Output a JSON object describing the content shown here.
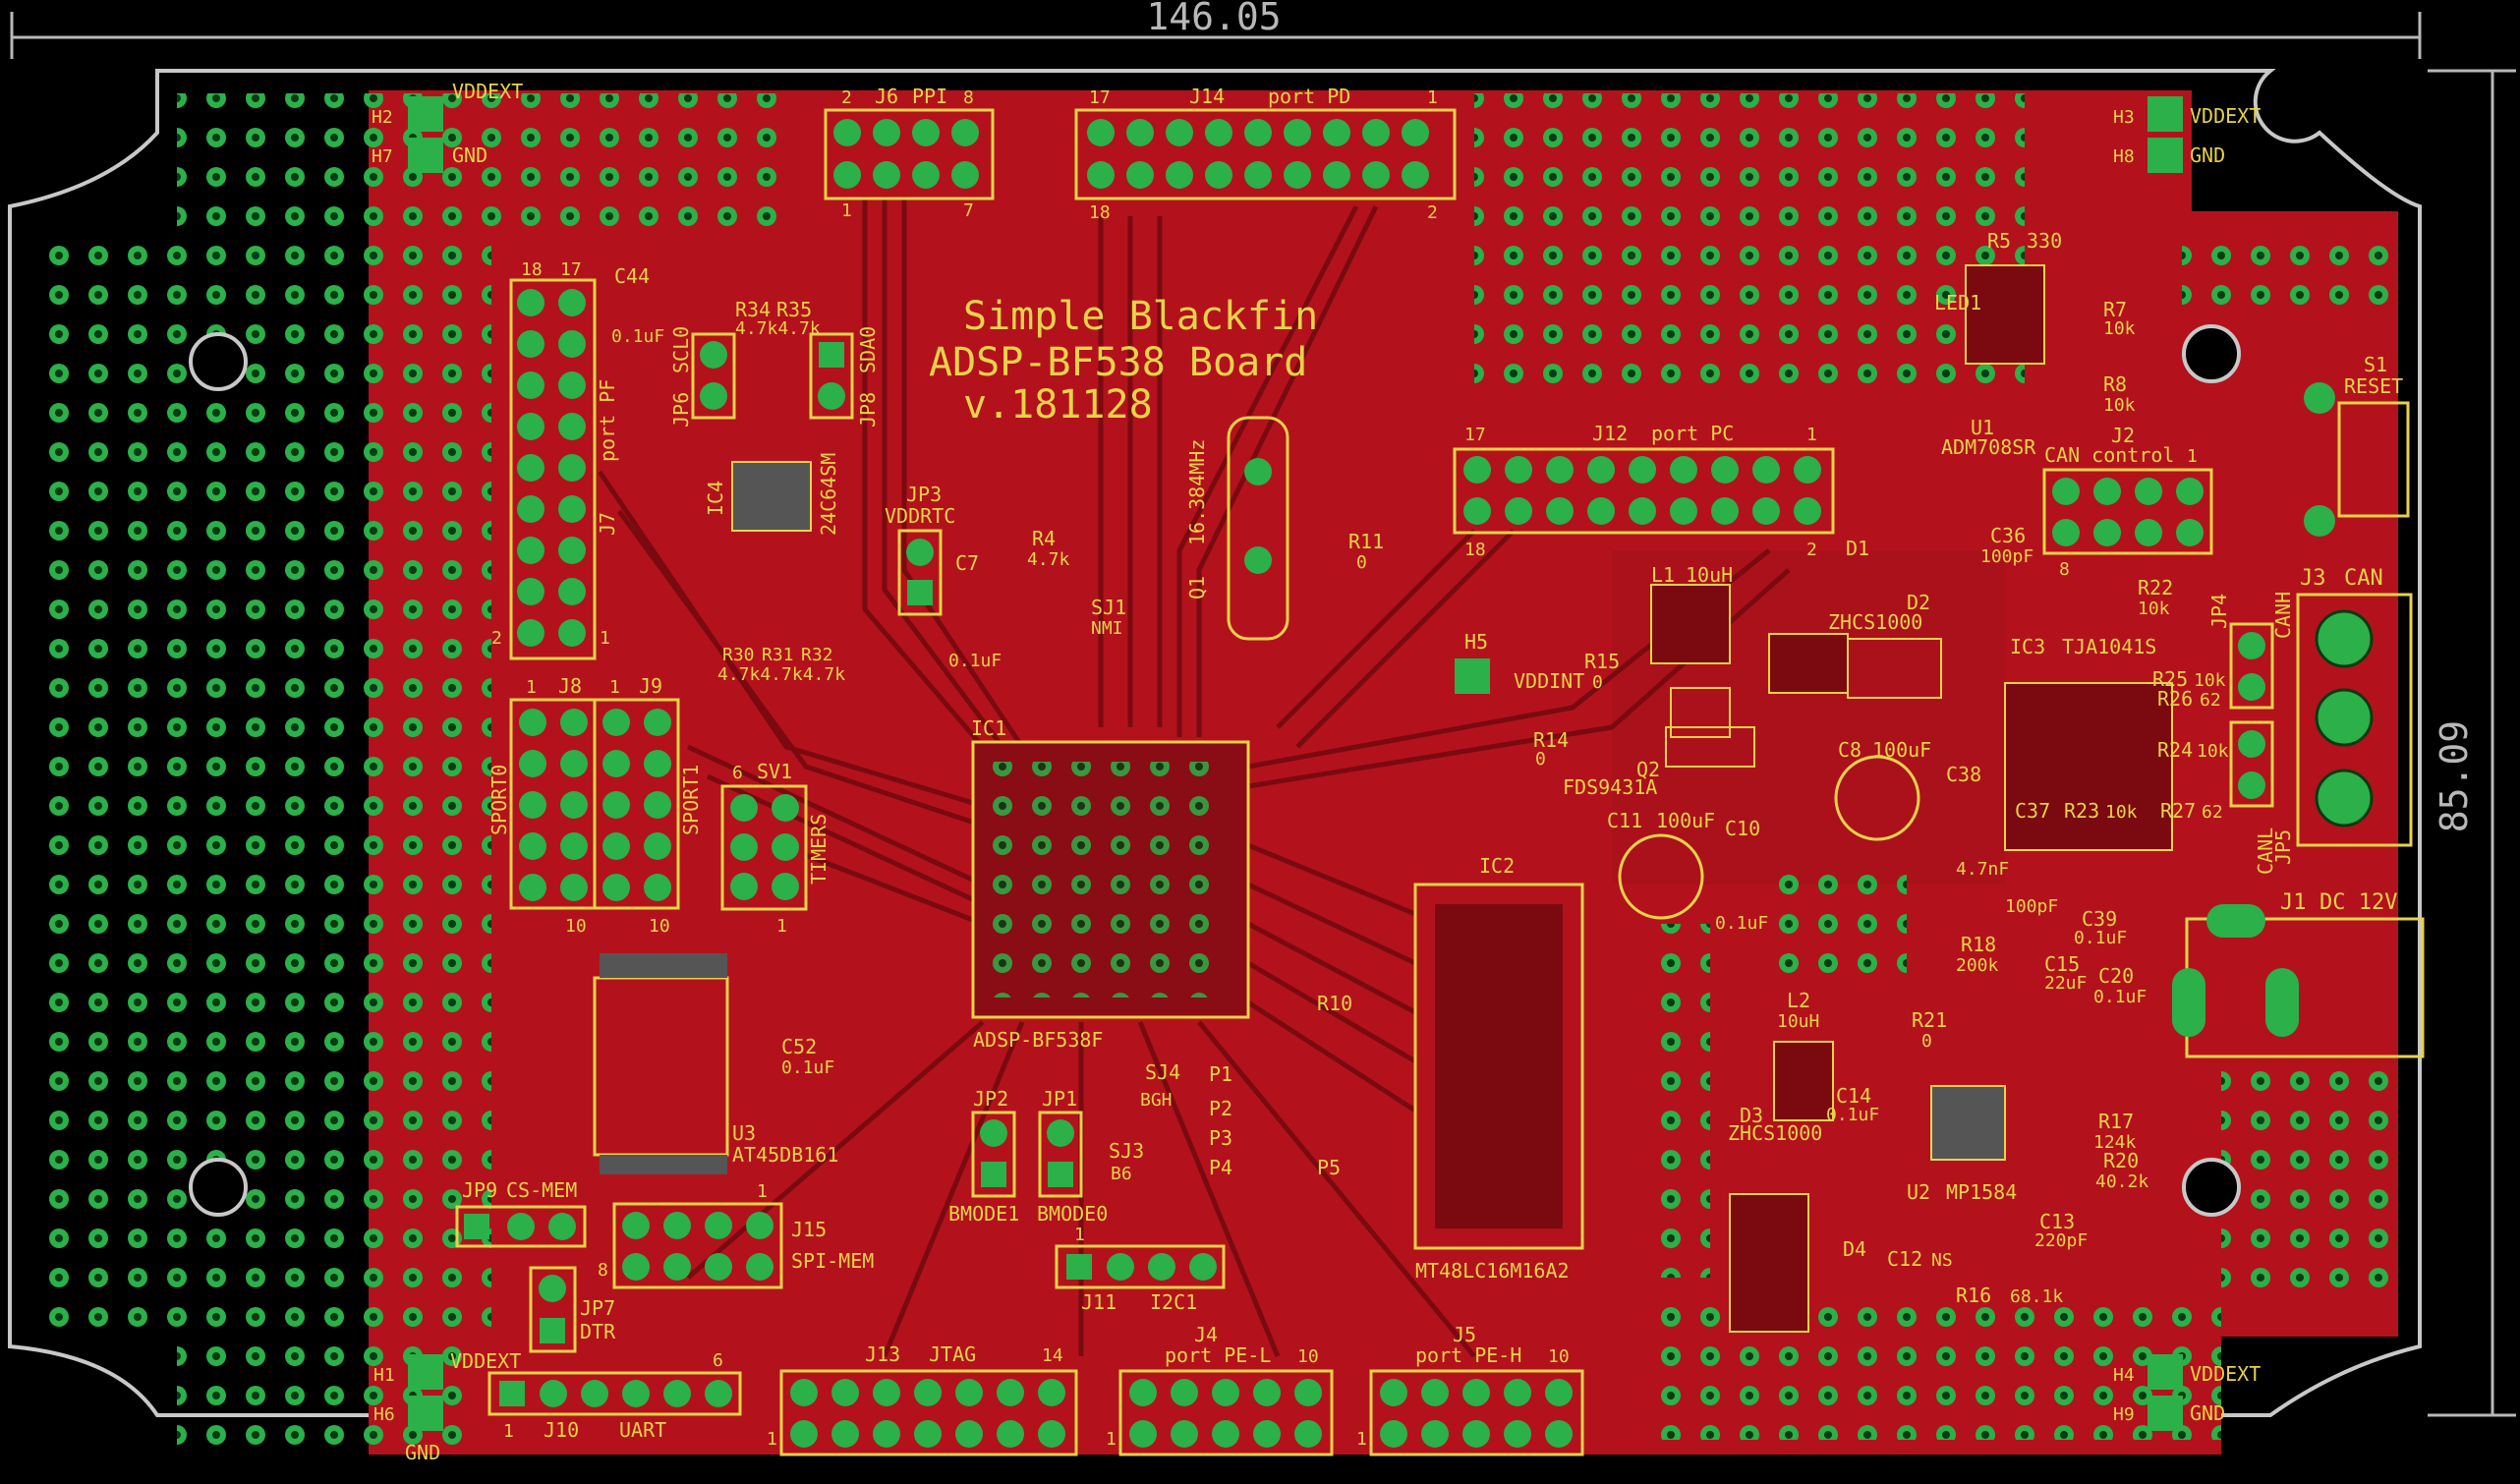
{
  "colors": {
    "background": "#000000",
    "copper": "#b3121c",
    "copper_dark": "#7a0a10",
    "silk": "#e8d24a",
    "pad": "#2bb04a",
    "pad_hole": "#0a3a12",
    "outline": "#c8c8c8",
    "dimension": "#b8b8b8"
  },
  "dimensions": {
    "width": "146.05",
    "height": "85.09"
  },
  "title": {
    "line1": "Simple Blackfin",
    "line2": "ADSP-BF538 Board",
    "line3": "v.181128"
  },
  "connectors": {
    "j6": "J6",
    "j6_name": "PPI",
    "j6_n1": "2",
    "j6_n2": "8",
    "j6_n3": "1",
    "j6_n4": "7",
    "j14": "J14",
    "j14_name": "port PD",
    "j14_n1": "17",
    "j14_n2": "1",
    "j14_n3": "18",
    "j14_n4": "2",
    "j7_name": "port PF",
    "j7": "J7",
    "j7_n1": "18",
    "j7_n2": "17",
    "j7_n3": "2",
    "j7_n4": "1",
    "j12": "J12",
    "j12_name": "port PC",
    "j12_n1": "17",
    "j12_n2": "1",
    "j12_n3": "18",
    "j12_n4": "2",
    "j2": "J2",
    "j2_name": "CAN control",
    "j2_n1": "1",
    "j2_n2": "8",
    "j3": "J3",
    "j3_name": "CAN",
    "j1": "J1",
    "j1_name": "DC 12V",
    "j8": "J8",
    "j9": "J9",
    "j8_n1": "1",
    "j9_n1": "1",
    "j8_n2": "10",
    "j9_n2": "10",
    "sport0": "SPORT0",
    "sport1": "SPORT1",
    "sv1": "SV1",
    "sv1_n1": "6",
    "sv1_n2": "1",
    "timers": "TIMERS",
    "jp9": "JP9",
    "jp9_name": "CS-MEM",
    "j15": "J15",
    "j15_name": "SPI-MEM",
    "j15_n1": "1",
    "j15_n2": "8",
    "jp7": "JP7",
    "jp7_name": "DTR",
    "j10": "J10",
    "j10_name": "UART",
    "j10_n1": "1",
    "j10_n2": "6",
    "j13": "J13",
    "j13_name": "JTAG",
    "j13_n1": "14",
    "j13_n2": "1",
    "j4": "J4",
    "j4_name": "port PE-L",
    "j4_n1": "10",
    "j4_n2": "1",
    "j5": "J5",
    "j5_name": "port PE-H",
    "j5_n1": "10",
    "j5_n2": "1",
    "j11": "J11",
    "j11_name": "I2C1",
    "j11_n1": "1",
    "jp1": "JP1",
    "jp1_name": "BMODE0",
    "jp2": "JP2",
    "jp2_name": "BMODE1",
    "jp3": "JP3",
    "jp3_name": "VDDRTC",
    "jp4": "JP4",
    "jp4_name": "CANH",
    "jp5": "JP5",
    "jp5_name": "CANL",
    "jp6": "JP6",
    "jp6_name": "SCL0",
    "jp8": "JP8",
    "jp8_name": "SDA0",
    "s1": "S1",
    "s1_name": "RESET"
  },
  "mounting": {
    "h2": "H2",
    "h7": "H7",
    "h3": "H3",
    "h8": "H8",
    "h1": "H1",
    "h6": "H6",
    "h4": "H4",
    "h9": "H9",
    "h5": "H5",
    "vddext": "VDDEXT",
    "gnd": "GND",
    "vddint": "VDDINT"
  },
  "chips": {
    "ic1": "IC1",
    "ic1_name": "ADSP-BF538F",
    "ic2": "IC2",
    "ic2_name": "MT48LC16M16A2",
    "ic3": "IC3",
    "ic3_name": "TJA1041S",
    "ic4": "IC4",
    "ic4_name": "24C64SM",
    "u1": "U1",
    "u1_name": "ADM708SR",
    "u2": "U2",
    "u2_name": "MP1584",
    "u3": "U3",
    "u3_name": "AT45DB161",
    "q1": "Q1",
    "q1_name": "16.384MHz",
    "d1": "D1",
    "d2": "D2",
    "d2_name": "ZHCS1000",
    "d3": "D3",
    "d3_name": "ZHCS1000",
    "d4": "D4",
    "q2": "Q2",
    "q2_name": "FDS9431A",
    "led1": "LED1"
  },
  "passives": {
    "c44": "C44",
    "c44_v": "0.1uF",
    "r34": "R34",
    "r35": "R35",
    "r34_v": "4.7k4.7k",
    "r30": "R30",
    "r31": "R31",
    "r32": "R32",
    "r30_v": "4.7k4.7k4.7k",
    "c7": "C7",
    "c7_v": "0.1uF",
    "r4": "R4",
    "r4_v": "4.7k",
    "sj1": "SJ1",
    "sj1_n": "NMI",
    "r11": "R11",
    "r11_v": "0",
    "r5": "R5",
    "r5_v": "330",
    "r7": "R7",
    "r7_v": "10k",
    "r8": "R8",
    "r8_v": "10k",
    "l1": "L1",
    "l1_v": "10uH",
    "c36": "C36",
    "c36_v": "100pF",
    "r22": "R22",
    "r22_v": "10k",
    "r15": "R15",
    "r15_v": "0",
    "r14": "R14",
    "r14_v": "0",
    "r25": "R25",
    "r25_v": "10k",
    "r26": "R26",
    "r26_v": "62",
    "r24": "R24",
    "r24_v": "10k",
    "c8": "C8",
    "c8_v": "100uF",
    "c11": "C11",
    "c11_v": "100uF",
    "c10": "C10",
    "c10_v": "0.1uF",
    "c38": "C38",
    "c38_v": "4.7nF",
    "c37": "C37",
    "c37_v": "100pF",
    "r23": "R23",
    "r23_v": "10k",
    "r27": "R27",
    "r27_v": "62",
    "c39": "C39",
    "c39_v": "0.1uF",
    "r18": "R18",
    "r18_v": "200k",
    "c15": "C15",
    "c15_v": "22uF",
    "c20": "C20",
    "c20_v": "0.1uF",
    "l2": "L2",
    "l2_v": "10uH",
    "r21": "R21",
    "r21_v": "0",
    "c14": "C14",
    "c14_v": "0.1uF",
    "r17": "R17",
    "r17_v": "124k",
    "r20": "R20",
    "r20_v": "40.2k",
    "c12": "C12",
    "c12_v": "NS",
    "c13": "C13",
    "c13_v": "220pF",
    "r16": "R16",
    "r16_v": "68.1k",
    "c52": "C52",
    "c52_v": "0.1uF",
    "r10": "R10",
    "sj3": "SJ3",
    "sj3_n": "B6",
    "sj4": "SJ4",
    "sj4_n": "BGH",
    "p1": "P1",
    "p2": "P2",
    "p3": "P3",
    "p4": "P4",
    "p5": "P5"
  }
}
